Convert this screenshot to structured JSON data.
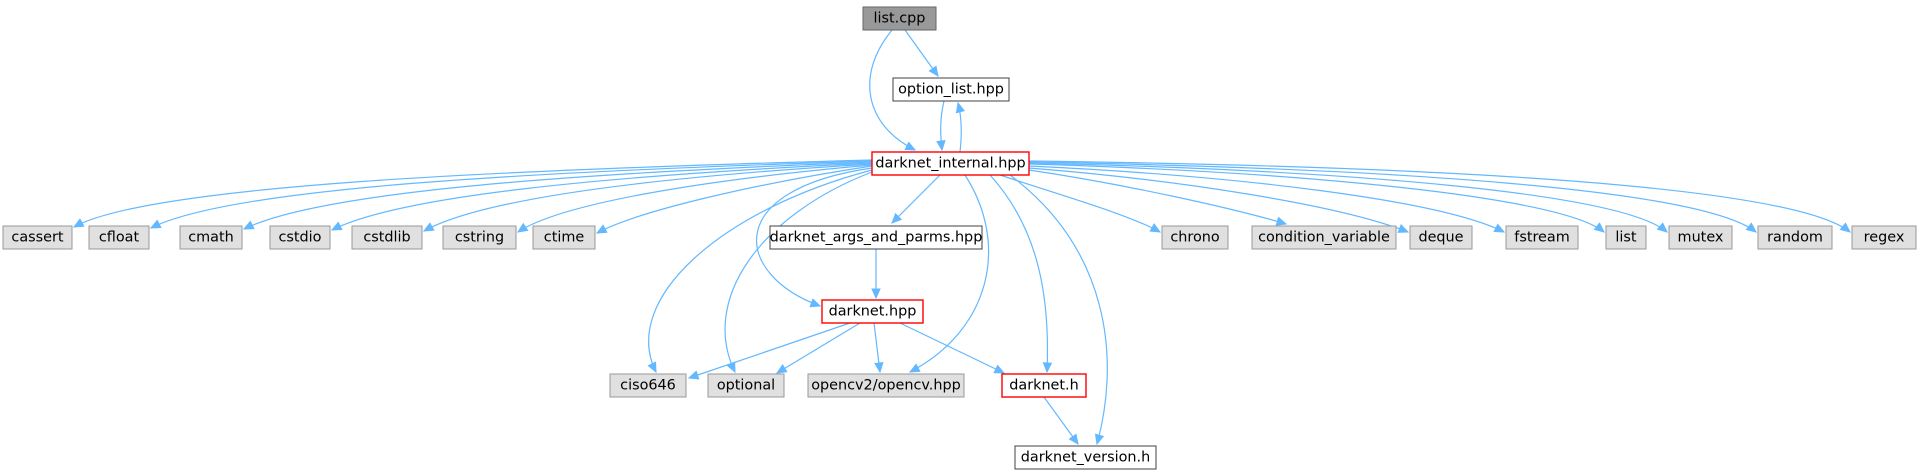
{
  "graph": {
    "styles": {
      "root": {
        "fill": "#999999",
        "stroke": "#666666"
      },
      "doc": {
        "fill": "#ffffff",
        "stroke": "#404040"
      },
      "doc_incomplete": {
        "fill": "#ffffff",
        "stroke": "#ff0000"
      },
      "external": {
        "fill": "#e0e0e0",
        "stroke": "#999999"
      },
      "edge": "#63b8ff"
    },
    "nodes": [
      {
        "id": "list_cpp",
        "label": "list.cpp",
        "kind": "root"
      },
      {
        "id": "option_list",
        "label": "option_list.hpp",
        "kind": "doc"
      },
      {
        "id": "darknet_internal",
        "label": "darknet_internal.hpp",
        "kind": "doc_incomplete"
      },
      {
        "id": "cassert",
        "label": "cassert",
        "kind": "external"
      },
      {
        "id": "cfloat",
        "label": "cfloat",
        "kind": "external"
      },
      {
        "id": "cmath",
        "label": "cmath",
        "kind": "external"
      },
      {
        "id": "cstdio",
        "label": "cstdio",
        "kind": "external"
      },
      {
        "id": "cstdlib",
        "label": "cstdlib",
        "kind": "external"
      },
      {
        "id": "cstring",
        "label": "cstring",
        "kind": "external"
      },
      {
        "id": "ctime",
        "label": "ctime",
        "kind": "external"
      },
      {
        "id": "args_parms",
        "label": "darknet_args_and_parms.hpp",
        "kind": "doc"
      },
      {
        "id": "chrono",
        "label": "chrono",
        "kind": "external"
      },
      {
        "id": "condvar",
        "label": "condition_variable",
        "kind": "external"
      },
      {
        "id": "deque",
        "label": "deque",
        "kind": "external"
      },
      {
        "id": "fstream",
        "label": "fstream",
        "kind": "external"
      },
      {
        "id": "list",
        "label": "list",
        "kind": "external"
      },
      {
        "id": "mutex",
        "label": "mutex",
        "kind": "external"
      },
      {
        "id": "random",
        "label": "random",
        "kind": "external"
      },
      {
        "id": "regex",
        "label": "regex",
        "kind": "external"
      },
      {
        "id": "darknet_hpp",
        "label": "darknet.hpp",
        "kind": "doc_incomplete"
      },
      {
        "id": "ciso646",
        "label": "ciso646",
        "kind": "external"
      },
      {
        "id": "optional",
        "label": "optional",
        "kind": "external"
      },
      {
        "id": "opencv",
        "label": "opencv2/opencv.hpp",
        "kind": "external"
      },
      {
        "id": "darknet_h",
        "label": "darknet.h",
        "kind": "doc_incomplete"
      },
      {
        "id": "darknet_version",
        "label": "darknet_version.h",
        "kind": "doc"
      }
    ],
    "edges": [
      {
        "from": "list_cpp",
        "to": "option_list"
      },
      {
        "from": "list_cpp",
        "to": "darknet_internal"
      },
      {
        "from": "option_list",
        "to": "darknet_internal"
      },
      {
        "from": "darknet_internal",
        "to": "option_list"
      },
      {
        "from": "darknet_internal",
        "to": "cassert"
      },
      {
        "from": "darknet_internal",
        "to": "cfloat"
      },
      {
        "from": "darknet_internal",
        "to": "cmath"
      },
      {
        "from": "darknet_internal",
        "to": "cstdio"
      },
      {
        "from": "darknet_internal",
        "to": "cstdlib"
      },
      {
        "from": "darknet_internal",
        "to": "cstring"
      },
      {
        "from": "darknet_internal",
        "to": "ctime"
      },
      {
        "from": "darknet_internal",
        "to": "args_parms"
      },
      {
        "from": "darknet_internal",
        "to": "chrono"
      },
      {
        "from": "darknet_internal",
        "to": "condvar"
      },
      {
        "from": "darknet_internal",
        "to": "deque"
      },
      {
        "from": "darknet_internal",
        "to": "fstream"
      },
      {
        "from": "darknet_internal",
        "to": "list"
      },
      {
        "from": "darknet_internal",
        "to": "mutex"
      },
      {
        "from": "darknet_internal",
        "to": "random"
      },
      {
        "from": "darknet_internal",
        "to": "regex"
      },
      {
        "from": "darknet_internal",
        "to": "darknet_hpp"
      },
      {
        "from": "darknet_internal",
        "to": "ciso646"
      },
      {
        "from": "darknet_internal",
        "to": "optional"
      },
      {
        "from": "darknet_internal",
        "to": "opencv"
      },
      {
        "from": "darknet_internal",
        "to": "darknet_h"
      },
      {
        "from": "darknet_internal",
        "to": "darknet_version"
      },
      {
        "from": "args_parms",
        "to": "darknet_hpp"
      },
      {
        "from": "darknet_hpp",
        "to": "ciso646"
      },
      {
        "from": "darknet_hpp",
        "to": "optional"
      },
      {
        "from": "darknet_hpp",
        "to": "opencv"
      },
      {
        "from": "darknet_hpp",
        "to": "darknet_h"
      },
      {
        "from": "darknet_h",
        "to": "darknet_version"
      }
    ]
  }
}
